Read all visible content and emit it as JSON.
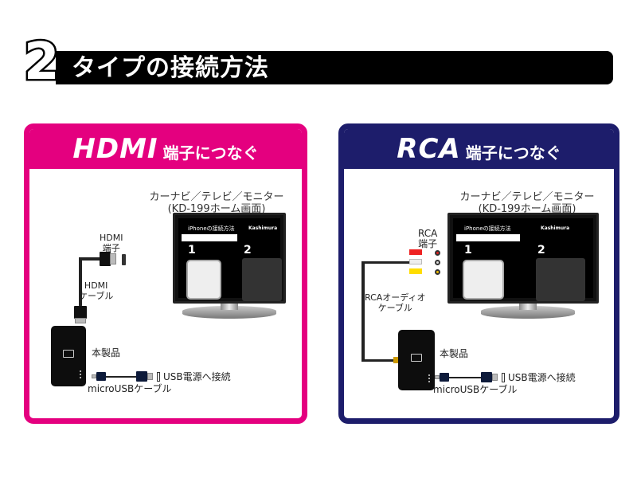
{
  "title": {
    "number": "2",
    "text": "タイプの接続方法"
  },
  "colors": {
    "hdmi_accent": "#e4007f",
    "rca_accent": "#1d1d6b",
    "title_bar": "#000000"
  },
  "hdmi_panel": {
    "heading": "HDMI",
    "heading_sub": "端子につなぐ",
    "monitor_caption_1": "カーナビ／テレビ／モニター",
    "monitor_caption_2": "(KD-199ホーム画面)",
    "screen_title": "iPhoneの接続方法",
    "screen_brand": "Kashimura",
    "port_label_1": "HDMI",
    "port_label_2": "端子",
    "cable_label_1": "HDMI",
    "cable_label_2": "ケーブル",
    "device_label": "本製品",
    "usb_label": "USB電源へ接続",
    "micro_label": "microUSBケーブル"
  },
  "rca_panel": {
    "heading": "RCA",
    "heading_sub": "端子につなぐ",
    "monitor_caption_1": "カーナビ／テレビ／モニター",
    "monitor_caption_2": "(KD-199ホーム画面)",
    "screen_title": "iPhoneの接続方法",
    "screen_brand": "Kashimura",
    "port_label_1": "RCA",
    "port_label_2": "端子",
    "cable_label_1": "RCAオーディオ",
    "cable_label_2": "ケーブル",
    "device_label": "本製品",
    "usb_label": "USB電源へ接続",
    "micro_label": "microUSBケーブル"
  },
  "screen_steps": [
    "1",
    "2"
  ],
  "icons": [
    "hdmi-plug-icon",
    "rca-plug-icon",
    "usb-plug-icon",
    "micro-usb-plug-icon",
    "monitor-icon",
    "device-icon"
  ]
}
